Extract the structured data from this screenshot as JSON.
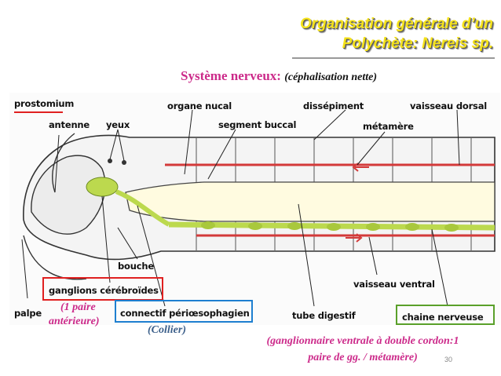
{
  "title": {
    "line1": "Organisation générale d’un",
    "line2": "Polychète: Nereis sp."
  },
  "subtitle": {
    "main": "Système nerveux:",
    "note": "(céphalisation nette)"
  },
  "labels": {
    "prostomium": "prostomium",
    "antenne": "antenne",
    "yeux": "yeux",
    "organe_nucal": "organe nucal",
    "segment_buccal": "segment buccal",
    "dissepiment": "dissépiment",
    "metamere": "métamère",
    "vaisseau_dorsal": "vaisseau dorsal",
    "bouche": "bouche",
    "ganglions": "ganglions cérébroïdes",
    "vaisseau_ventral": "vaisseau ventral",
    "palpe": "palpe",
    "connectif": "connectif périœsophagien",
    "tube_digestif": "tube digestif",
    "chaine_nerveuse": "chaine nerveuse"
  },
  "notes": {
    "paire_line1": "(1 paire",
    "paire_line2": "antérieure)",
    "collier": "(Collier)",
    "bottom_line1": "(ganglionnaire ventrale à double cordon:1",
    "bottom_line2": "paire de gg. / métamère)"
  },
  "page_number": "30",
  "colors": {
    "title": "#f5e21a",
    "accent": "#cc2a8a",
    "box_red": "#e02020",
    "box_blue": "#1e7fd0",
    "box_green": "#5aa02a",
    "nerve": "#bcd94e",
    "vessel": "#d33a3a"
  }
}
